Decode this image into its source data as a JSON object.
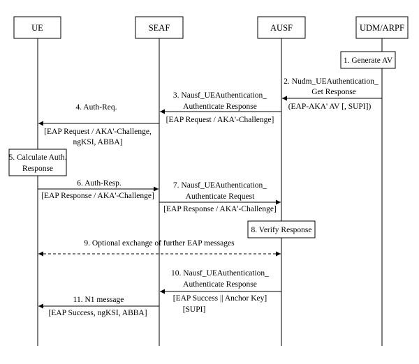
{
  "participants": [
    {
      "id": "ue",
      "label": "UE"
    },
    {
      "id": "seaf",
      "label": "SEAF"
    },
    {
      "id": "ausf",
      "label": "AUSF"
    },
    {
      "id": "udm",
      "label": "UDM/ARPF"
    }
  ],
  "steps": {
    "s1": "1. Generate AV",
    "s2": [
      "2. Nudm_UEAuthentication_",
      "Get Response"
    ],
    "s2b": "(EAP-AKA' AV [, SUPI])",
    "s3": [
      "3. Nausf_UEAuthentication_",
      "Authenticate Response"
    ],
    "s3b": "[EAP Request / AKA'-Challenge]",
    "s4": "4. Auth-Req.",
    "s4b": [
      "[EAP Request / AKA'-Challenge,",
      "ngKSI, ABBA]"
    ],
    "s5": [
      "5. Calculate Auth.",
      "Response"
    ],
    "s6": "6. Auth-Resp.",
    "s6b": "[EAP Response / AKA'-Challenge]",
    "s7": [
      "7. Nausf_UEAuthentication_",
      "Authenticate Request"
    ],
    "s7b": "[EAP Response / AKA'-Challenge]",
    "s8": "8. Verify Response",
    "s9": "9. Optional exchange of further EAP messages",
    "s10": [
      "10. Nausf_UEAuthentication_",
      "Authenticate Response"
    ],
    "s10b": [
      "[EAP Success || Anchor Key]",
      "[SUPI]"
    ],
    "s11": "11. N1 message",
    "s11b": "[EAP Success, ngKSI, ABBA]"
  }
}
